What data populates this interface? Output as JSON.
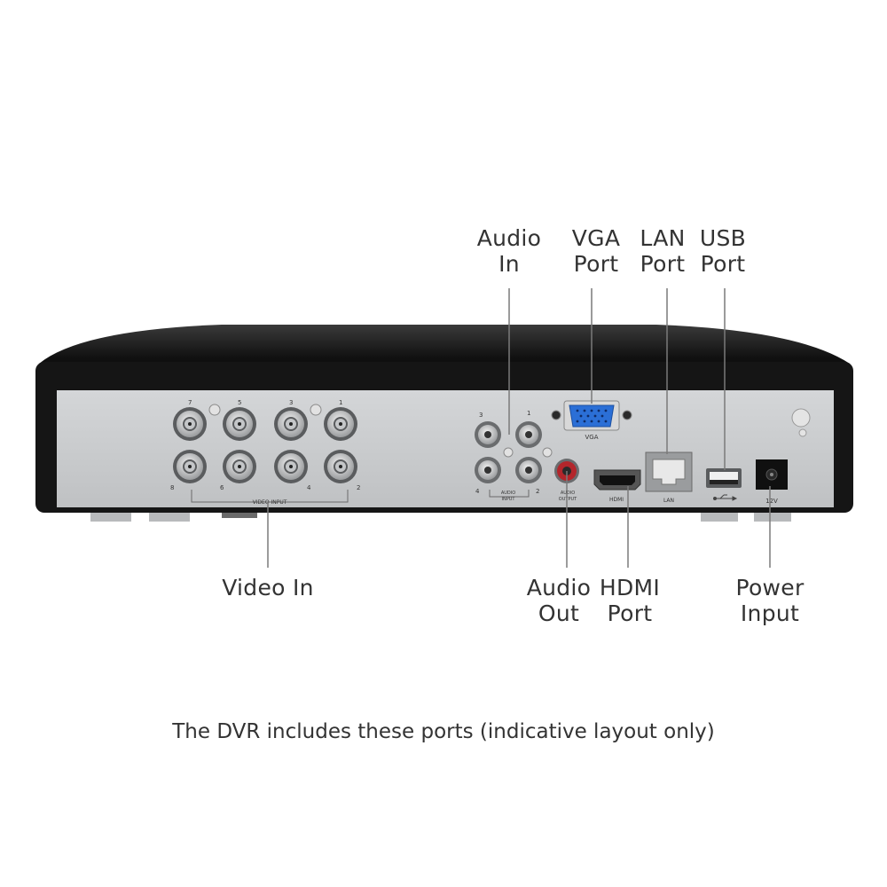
{
  "labels": {
    "audio_in": [
      "Audio",
      "In"
    ],
    "vga_port": [
      "VGA",
      "Port"
    ],
    "lan_port": [
      "LAN",
      "Port"
    ],
    "usb_port": [
      "USB",
      "Port"
    ],
    "video_in": [
      "Video In"
    ],
    "audio_out": [
      "Audio",
      "Out"
    ],
    "hdmi_port": [
      "HDMI",
      "Port"
    ],
    "power_input": [
      "Power",
      "Input"
    ]
  },
  "caption": "The DVR includes these ports (indicative layout only)",
  "panel_text": {
    "video_top_numbers": [
      "7",
      "5",
      "3",
      "1"
    ],
    "video_bottom_numbers": [
      "8",
      "6",
      "4",
      "2"
    ],
    "video_input": "VIDEO INPUT",
    "audio_numbers": [
      "3",
      "1",
      "4",
      "2"
    ],
    "audio_input": [
      "AUDIO",
      "INPUT"
    ],
    "audio_output": [
      "AUDIO",
      "OUTPUT"
    ],
    "vga": "VGA",
    "hdmi": "HDMI",
    "lan": "LAN",
    "power_mark": "12V"
  },
  "colors": {
    "body": "#1a1a1a",
    "panel": "#c9cbcd",
    "label_text": "#333333",
    "vga_connector": "#2b6fd6",
    "audio_out_ring": "#b3262b"
  }
}
